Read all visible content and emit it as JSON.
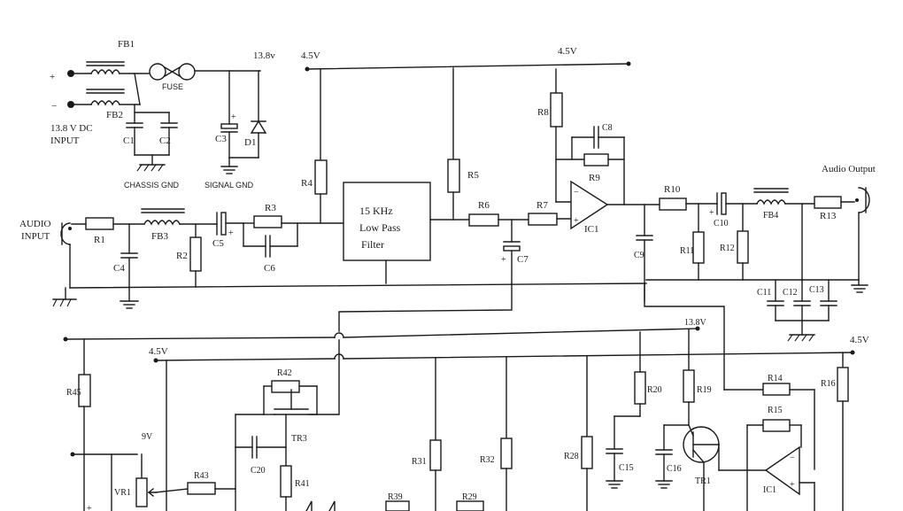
{
  "labels": {
    "fb1": "FB1",
    "fb2": "FB2",
    "fb3": "FB3",
    "fb4": "FB4",
    "fuse": "FUSE",
    "v138_top": "13.8v",
    "v45_a": "4.5V",
    "v45_b": "4.5V",
    "v45_c": "4.5V",
    "v45_d": "4.5V",
    "v138_mid": "13.8V",
    "v9": "9V",
    "dc_input_1": "13.8 V DC",
    "dc_input_2": "INPUT",
    "chassis_gnd": "CHASSIS GND",
    "signal_gnd": "SIGNAL GND",
    "audio_input_1": "AUDIO",
    "audio_input_2": "INPUT",
    "audio_output": "Audio Output",
    "filter_1": "15 KHz",
    "filter_2": "Low Pass",
    "filter_3": "Filter",
    "plus": "+",
    "minus": "−",
    "c1": "C1",
    "c2": "C2",
    "c3": "C3",
    "d1": "D1",
    "r1": "R1",
    "c4": "C4",
    "r2": "R2",
    "c5": "C5",
    "r3": "R3",
    "c6": "C6",
    "r4": "R4",
    "r5": "R5",
    "r6": "R6",
    "c7": "C7",
    "r7": "R7",
    "r8": "R8",
    "c8": "C8",
    "r9": "R9",
    "ic1": "IC1",
    "r10": "R10",
    "c9": "C9",
    "r11": "R11",
    "c10": "C10",
    "r12": "R12",
    "r13": "R13",
    "c11": "C11",
    "c12": "C12",
    "c13": "C13",
    "r45": "R45",
    "r42": "R42",
    "tr3": "TR3",
    "c20": "C20",
    "r41": "R41",
    "vr1": "VR1",
    "r43": "R43",
    "r31": "R31",
    "r32": "R32",
    "r39": "R39",
    "r29": "R29",
    "r28": "R28",
    "c15": "C15",
    "r20": "R20",
    "c16": "C16",
    "r19": "R19",
    "tr1": "TR1",
    "r14": "R14",
    "r15": "R15",
    "ic1b": "IC1",
    "r16": "R16"
  }
}
